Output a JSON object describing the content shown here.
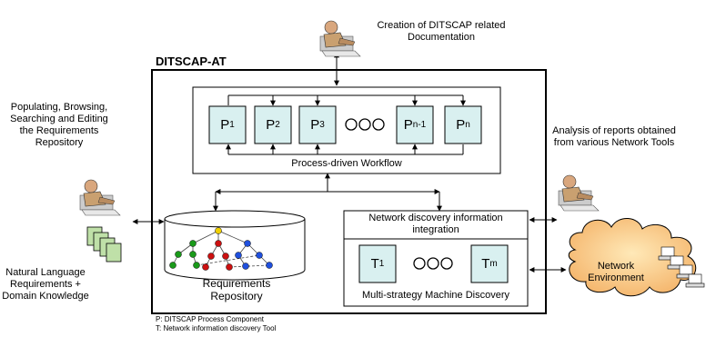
{
  "system": {
    "title": "DITSCAP-AT",
    "workflow_caption": "Process-driven Workflow",
    "processes": [
      {
        "base": "P",
        "sub": "1"
      },
      {
        "base": "P",
        "sub": "2"
      },
      {
        "base": "P",
        "sub": "3"
      },
      {
        "base": "P",
        "sub": "n-1"
      },
      {
        "base": "P",
        "sub": "n"
      }
    ],
    "network_integration_label": "Network discovery information integration",
    "tools": [
      {
        "base": "T",
        "sub": "1"
      },
      {
        "base": "T",
        "sub": "m"
      }
    ],
    "discovery_caption": "Multi-strategy Machine Discovery",
    "repository_label": "Requirements Repository"
  },
  "annotations": {
    "top": "Creation of DITSCAP related Documentation",
    "left_top": "Populating, Browsing, Searching and Editing the Requirements Repository",
    "left_bottom": "Natural Language Requirements + Domain Knowledge",
    "right": "Analysis of reports obtained from various Network Tools",
    "network_environment": "Network Environment"
  },
  "legend": {
    "p": "P: DITSCAP Process Component",
    "t": "T: Network information discovery Tool"
  }
}
